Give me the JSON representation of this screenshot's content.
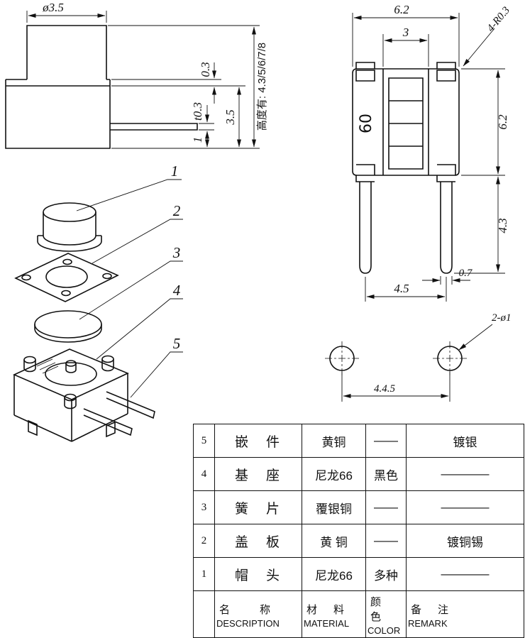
{
  "side_view": {
    "cap_diameter": "ø3.5",
    "plate_step": "0.3",
    "terminal_thickness": "t0.3",
    "body_height": "3.5",
    "terminal_height": "1",
    "height_note": "高度有: 4.3/5/6/7/8"
  },
  "front_view": {
    "overall_width": "6.2",
    "inner_width": "3",
    "corner_radius": "4-R0.3",
    "overall_height": "6.2",
    "pin_length": "4.3",
    "pin_width": "0.7",
    "pin_pitch": "4.5",
    "marking": "60"
  },
  "bottom_view": {
    "hole_callout": "2-ø1",
    "pin_pitch": "4.4.5"
  },
  "exploded_view": {
    "balloons": [
      "1",
      "2",
      "3",
      "4",
      "5"
    ]
  },
  "parts_table": {
    "rows": [
      {
        "no": "5",
        "name": "嵌　件",
        "material": "黄铜",
        "color": "——",
        "remark": "镀银"
      },
      {
        "no": "4",
        "name": "基　座",
        "material": "尼龙66",
        "color": "黑色",
        "remark": "————"
      },
      {
        "no": "3",
        "name": "簧　片",
        "material": "覆银铜",
        "color": "——",
        "remark": "————"
      },
      {
        "no": "2",
        "name": "盖　板",
        "material": "黄 铜",
        "color": "——",
        "remark": "镀铜锡"
      },
      {
        "no": "1",
        "name": "帽　头",
        "material": "尼龙66",
        "color": "多种",
        "remark": "————"
      }
    ],
    "header": {
      "no": "",
      "name_cn": "名　　称",
      "name_en": "DESCRIPTION",
      "material_cn": "材　料",
      "material_en": "MATERIAL",
      "color_cn": "颜　色",
      "color_en": "COLOR",
      "remark_cn": "备　注",
      "remark_en": "REMARK"
    }
  }
}
